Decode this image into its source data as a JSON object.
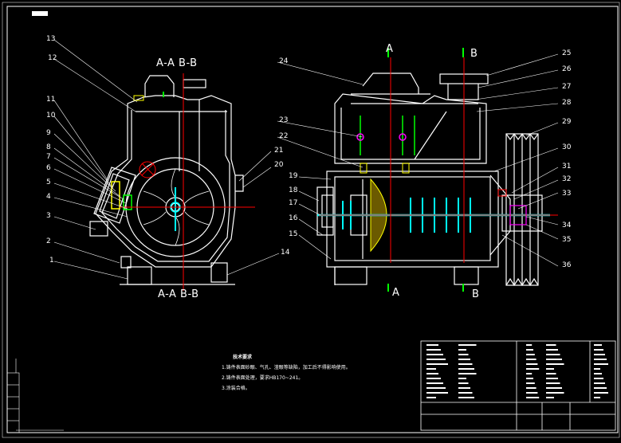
{
  "sections": {
    "left_top": "A-A  B-B",
    "left_bottom": "A-A  B-B",
    "right_top_a": "A",
    "right_top_b": "B",
    "right_bottom_a": "A",
    "right_bottom_b": "B"
  },
  "left_callouts": [
    "13",
    "12",
    "11",
    "10",
    "9",
    "8",
    "7",
    "6",
    "5",
    "4",
    "3",
    "2",
    "1"
  ],
  "left_callouts_right": [
    "21",
    "20",
    "14"
  ],
  "right_callouts_left": [
    "24",
    "23",
    "22",
    "19",
    "18",
    "17",
    "16",
    "15"
  ],
  "right_callouts_right": [
    "25",
    "26",
    "27",
    "28",
    "29",
    "30",
    "31",
    "32",
    "33",
    "34",
    "35",
    "36"
  ],
  "notes": {
    "heading": "技术要求",
    "lines": [
      "1.铸件表面砂眼、气孔、渣眼等缺陷，加工后不得影响使用。",
      "2.铸件表面处理，要求HB170~241。",
      "3.涂装合格。"
    ]
  },
  "colors": {
    "background": "#000000",
    "outline": "#ffffff",
    "centerline": "#ff0000",
    "shaft": "#00ffff",
    "impeller": "#ffff00",
    "water": "#00ff00",
    "accent": "#ff00ff"
  }
}
